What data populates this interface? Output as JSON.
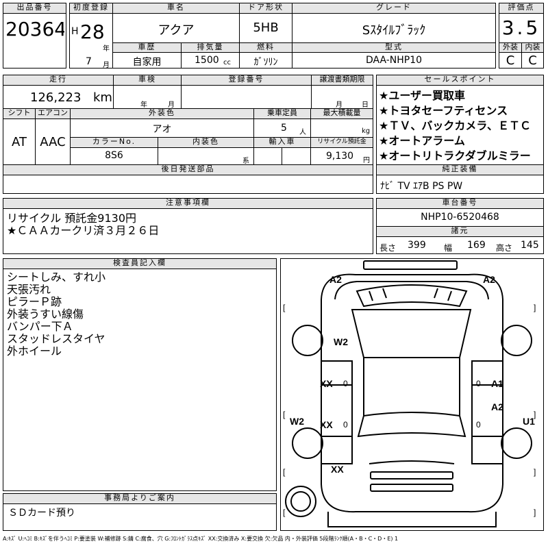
{
  "header": {
    "lot_no_label": "出品番号",
    "lot_no": "20364",
    "first_reg_label": "初度登録",
    "era": "H",
    "year": "28",
    "year_unit": "年",
    "month": "7",
    "month_unit": "月",
    "car_name_label": "車名",
    "car_name": "アクア",
    "door_label": "ドア形状",
    "door": "5HB",
    "grade_label": "グレード",
    "grade": "Sｽﾀｲﾙﾌﾞﾗｯｸ",
    "score_label": "評価点",
    "score": "3.5",
    "history_label": "車歴",
    "history": "自家用",
    "displacement_label": "排気量",
    "displacement": "1500",
    "displacement_unit": "cc",
    "fuel_label": "燃料",
    "fuel": "ｶﾞｿﾘﾝ",
    "model_label": "型式",
    "model": "DAA-NHP10",
    "exterior_label": "外装",
    "exterior": "C",
    "interior_label": "内装",
    "interior": "C"
  },
  "row2": {
    "mileage_label": "走行",
    "mileage": "126,223",
    "mileage_unit": "km",
    "inspection_label": "車検",
    "insp_year_unit": "年",
    "insp_month_unit": "月",
    "reg_no_label": "登録番号",
    "transfer_label": "譲渡書類期限",
    "transfer_month_unit": "月",
    "transfer_day_unit": "日",
    "shift_label": "シフト",
    "shift": "AT",
    "ac_label": "エアコン",
    "ac": "AAC",
    "color_label": "外装色",
    "color": "アオ",
    "capacity_label": "乗車定員",
    "capacity": "5",
    "capacity_unit": "人",
    "load_label": "最大積載量",
    "load_unit": "kg",
    "color_no_label": "カラーNo.",
    "color_no": "8S6",
    "int_color_label": "内装色",
    "int_color_unit": "系",
    "import_label": "輸入車",
    "recycle_label": "リサイクル預託金",
    "recycle": "9,130",
    "recycle_unit": "円",
    "later_parts_label": "後日発送部品"
  },
  "sales_points": {
    "label": "セールスポイント",
    "items": [
      "★ユーザー買取車",
      "★トヨタセーフティセンス",
      "★ＴＶ、バックカメラ、ＥＴＣ",
      "★オートアラーム",
      "★オートリトラクダブルミラー"
    ]
  },
  "equipment": {
    "label": "純正装備",
    "value": "ﾅﾋﾞ TV ｴｱB PS PW"
  },
  "notes": {
    "label": "注意事項欄",
    "lines": [
      "リサイクル 預託金9130円",
      "★ＣＡＡカークリ済３月２６日"
    ]
  },
  "chassis": {
    "label": "車台番号",
    "value": "NHP10-6520468"
  },
  "dims": {
    "label": "諸元",
    "length_label": "長さ",
    "length": "399",
    "width_label": "幅",
    "width": "169",
    "height_label": "高さ",
    "height": "145"
  },
  "inspector": {
    "label": "検査員記入欄",
    "lines": [
      "シートしみ、すれ小",
      "天張汚れ",
      "ピラーＰ跡",
      "外装うすい線傷",
      "バンパー下Ａ",
      "スタッドレスタイヤ",
      "外ホイール"
    ]
  },
  "office": {
    "label": "事務局よりご案内",
    "value": "ＳＤカード預り"
  },
  "diagram": {
    "marks": {
      "a2_left": "A2",
      "a2_right": "A2",
      "w2_top": "W2",
      "xx1": "XX",
      "xx2": "XX",
      "xx3": "XX",
      "a1": "A1",
      "a2_mid": "A2",
      "w2_left": "W2",
      "u1": "U1",
      "bl": "[",
      "br": "]",
      "bl2": "[",
      "br2": "]",
      "bl3": "[",
      "br3": "]",
      "bl4": "[",
      "br4": "]",
      "z1": "0",
      "z2": "0",
      "z3": "0",
      "z4": "0"
    }
  },
  "legend": "A:ｷｽﾞ U:ﾍｺﾐ B:ｷｽﾞを伴うﾍｺﾐ P:要塗装 W:補修跡 S:錆 C:腐食、穴 G:ﾌﾛﾝﾄｶﾞﾗｽ点ｷｽﾞ XX:交換済み X:要交換 欠:欠品 内・外装評価 5段階ﾗﾝｸ順(A・B・C・D・E) 1"
}
